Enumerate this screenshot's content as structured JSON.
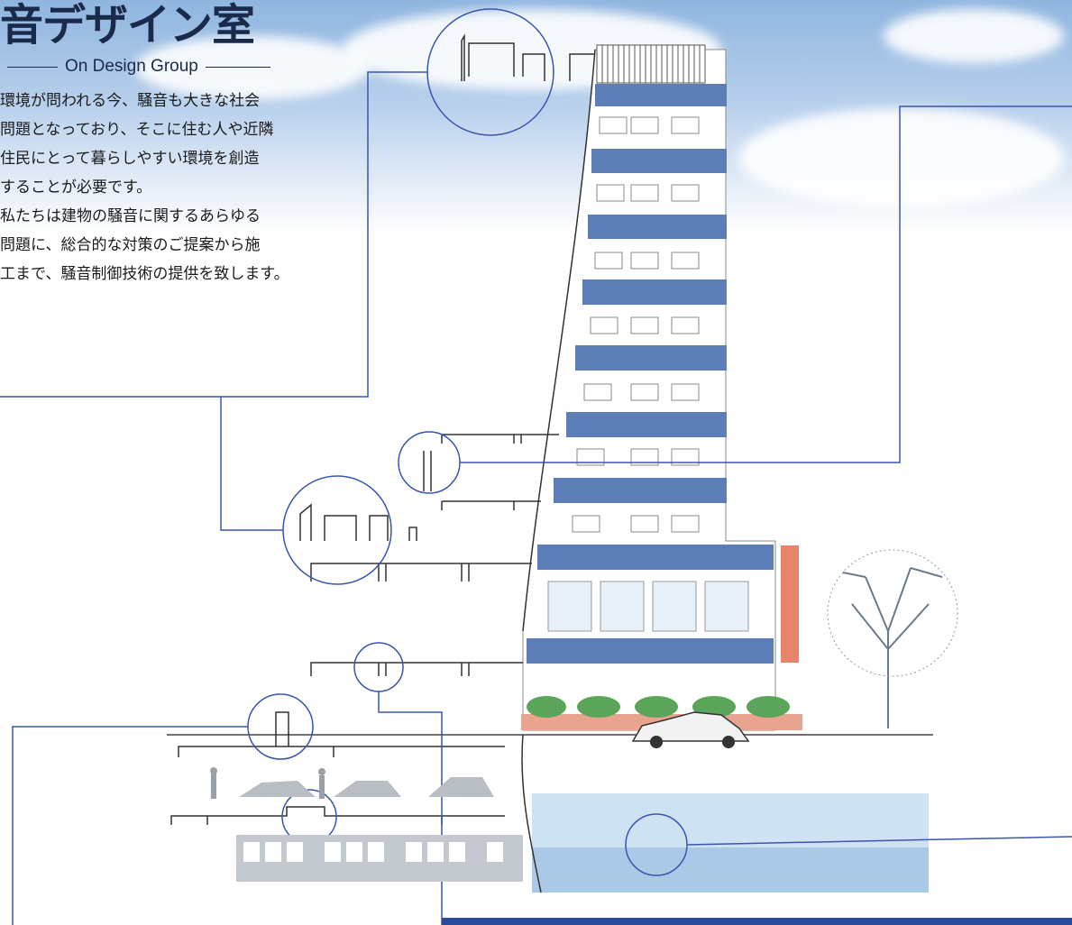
{
  "header": {
    "title": "音デザイン室",
    "subtitle": "On Design Group"
  },
  "intro": {
    "lines": [
      "環境が問われる今、騒音も大きな社会",
      "問題となっており、そこに住む人や近隣",
      "住民にとって暮らしやすい環境を創造",
      "することが必要です。",
      "私たちは建物の騒音に関するあらゆる",
      "問題に、総合的な対策のご提案から施",
      "工まで、騒音制御技術の提供を致します。"
    ]
  },
  "colors": {
    "line": "#3a55b0",
    "band": "#5d7db6",
    "accent": "#e8846a",
    "ground": "#e9a48f",
    "water": "#aacbe8"
  },
  "icons": {
    "tree": "bare-tree-icon",
    "car": "car-icon",
    "train": "train-icon",
    "people": "pedestrian-icon"
  }
}
